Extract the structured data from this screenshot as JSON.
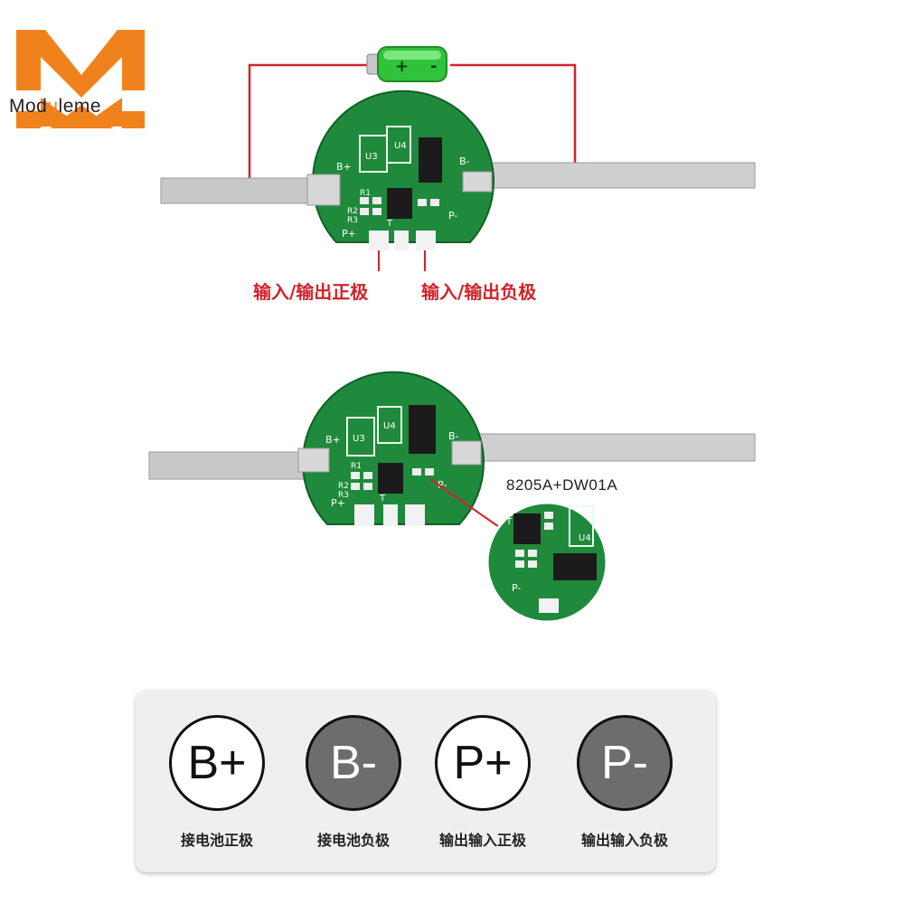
{
  "brand": {
    "logo_text_pre": "Mod",
    "logo_text_hl": "u",
    "logo_text_post": "leme",
    "accent": "#f0821e"
  },
  "top_diagram": {
    "label_positive": "输入/输出正极",
    "label_negative": "输入/输出负极",
    "wire_color": "#d2232a",
    "board_marks": [
      "B+",
      "B-",
      "P+",
      "P-",
      "U3",
      "U4",
      "R1",
      "R2",
      "R3",
      "T"
    ]
  },
  "bottom_diagram": {
    "chip_label": "8205A+DW01A",
    "board_marks": [
      "B+",
      "B-",
      "P+",
      "P-",
      "U3",
      "U4",
      "R1",
      "R2",
      "R3",
      "T"
    ],
    "zoom_marks": [
      "T",
      "U4",
      "P-"
    ]
  },
  "legend": {
    "items": [
      {
        "symbol": "B+",
        "caption": "接电池正极",
        "style": "light"
      },
      {
        "symbol": "B-",
        "caption": "接电池负极",
        "style": "dark"
      },
      {
        "symbol": "P+",
        "caption": "输出输入正极",
        "style": "light"
      },
      {
        "symbol": "P-",
        "caption": "输出输入负极",
        "style": "dark"
      }
    ]
  }
}
